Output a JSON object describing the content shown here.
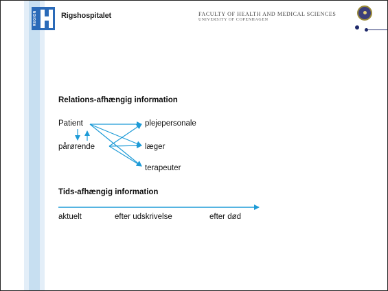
{
  "header": {
    "hospital_name": "Rigshospitalet",
    "region_label": "REGION",
    "faculty_line1": "FACULTY OF HEALTH AND MEDICAL SCIENCES",
    "faculty_line2": "UNIVERSITY OF COPENHAGEN"
  },
  "relations": {
    "heading": "Relations-afhængig information",
    "left_nodes": [
      "Patient",
      "pårørende"
    ],
    "right_nodes": [
      "plejepersonale",
      "læger",
      "terapeuter"
    ]
  },
  "timeline": {
    "heading": "Tids-afhængig information",
    "phases": [
      "aktuelt",
      "efter udskrivelse",
      "efter død"
    ]
  },
  "colors": {
    "arrow": "#1e9bd7",
    "logo_blue": "#2a6ab8",
    "stripe": "#c7dff1"
  }
}
